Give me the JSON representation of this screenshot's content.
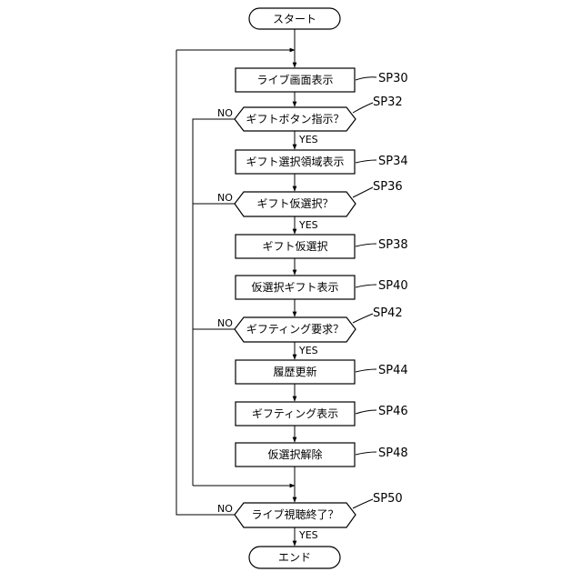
{
  "start": "スタート",
  "end": "エンド",
  "yes": "YES",
  "no": "NO",
  "steps": {
    "sp30": {
      "text": "ライブ画面表示",
      "label": "SP30"
    },
    "sp32": {
      "text": "ギフトボタン指示？",
      "label": "SP32"
    },
    "sp34": {
      "text": "ギフト選択領域表示",
      "label": "SP34"
    },
    "sp36": {
      "text": "ギフト仮選択？",
      "label": "SP36"
    },
    "sp38": {
      "text": "ギフト仮選択",
      "label": "SP38"
    },
    "sp40": {
      "text": "仮選択ギフト表示",
      "label": "SP40"
    },
    "sp42": {
      "text": "ギフティング要求？",
      "label": "SP42"
    },
    "sp44": {
      "text": "履歴更新",
      "label": "SP44"
    },
    "sp46": {
      "text": "ギフティング表示",
      "label": "SP46"
    },
    "sp48": {
      "text": "仮選択解除",
      "label": "SP48"
    },
    "sp50": {
      "text": "ライブ視聴終了？",
      "label": "SP50"
    }
  }
}
